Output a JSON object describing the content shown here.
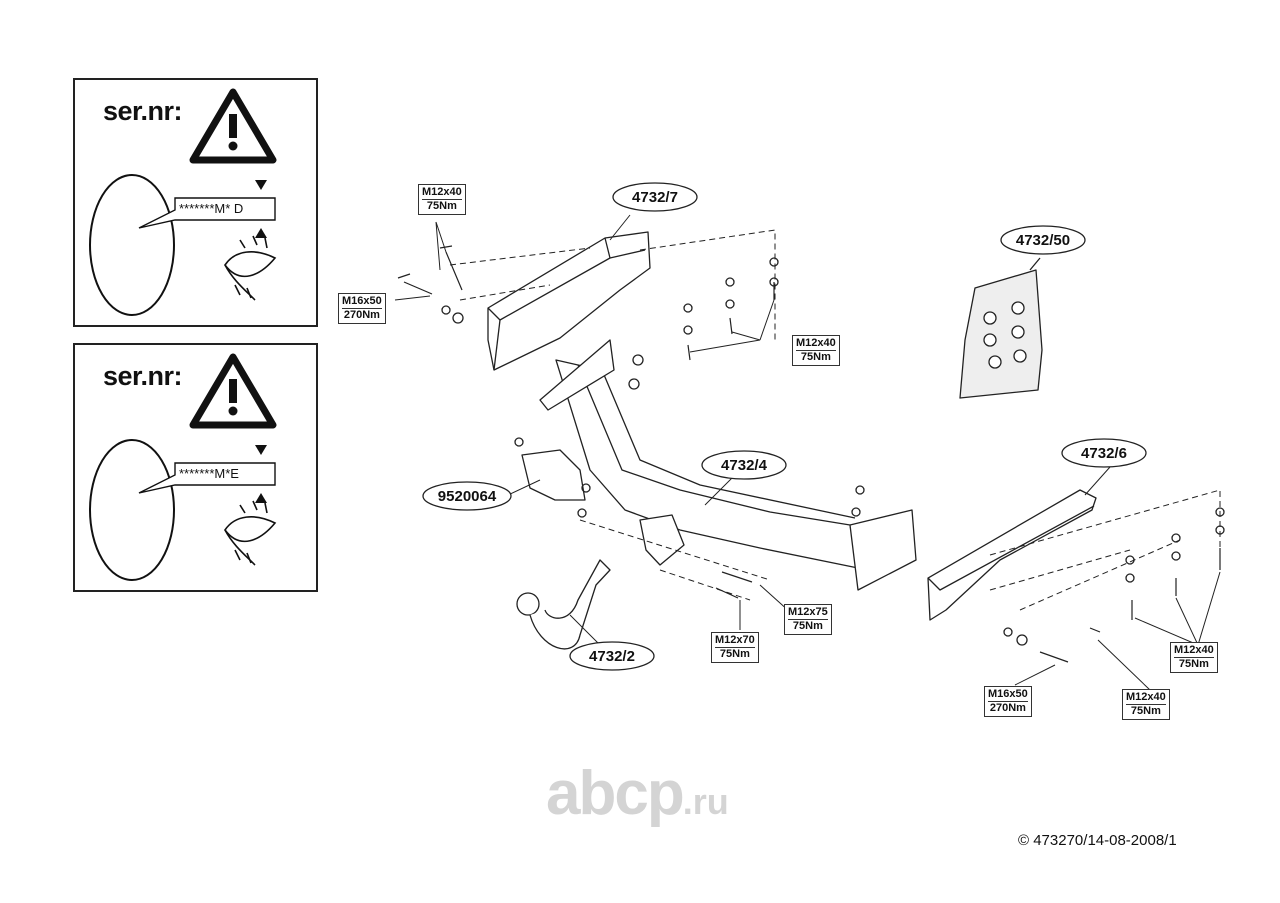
{
  "panels": [
    {
      "heading": "ser.nr:",
      "code": "*******M* D"
    },
    {
      "heading": "ser.nr:",
      "code": "*******M*E"
    }
  ],
  "parts": {
    "p4732_7": "4732/7",
    "p4732_50": "4732/50",
    "p4732_4": "4732/4",
    "p4732_6": "4732/6",
    "p9520064": "9520064",
    "p4732_2": "4732/2"
  },
  "specs": {
    "s1": {
      "bolt": "M12x40",
      "torque": "75Nm"
    },
    "s2": {
      "bolt": "M16x50",
      "torque": "270Nm"
    },
    "s3": {
      "bolt": "M12x40",
      "torque": "75Nm"
    },
    "s4": {
      "bolt": "M12x75",
      "torque": "75Nm"
    },
    "s5": {
      "bolt": "M12x70",
      "torque": "75Nm"
    },
    "s6": {
      "bolt": "M12x40",
      "torque": "75Nm"
    },
    "s7": {
      "bolt": "M16x50",
      "torque": "270Nm"
    },
    "s8": {
      "bolt": "M12x40",
      "torque": "75Nm"
    }
  },
  "watermark": {
    "text": "abcp",
    "domain": ".ru"
  },
  "copyright": "© 473270/14-08-2008/1"
}
